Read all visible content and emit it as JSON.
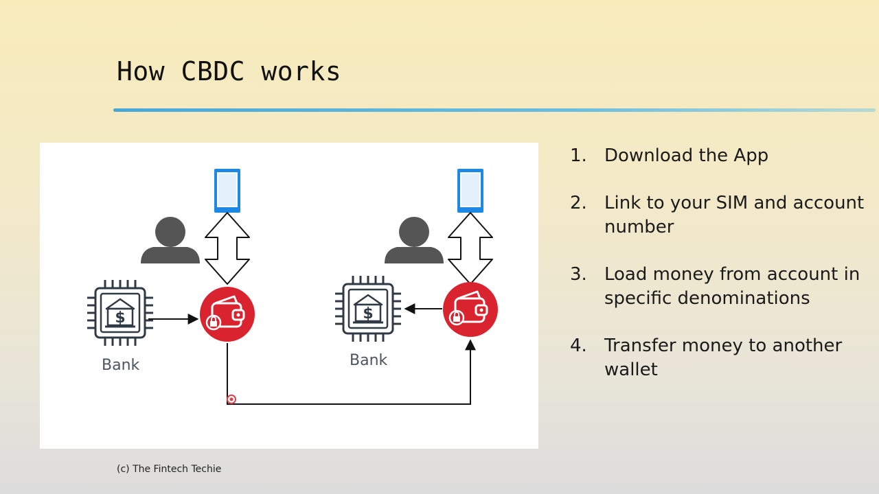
{
  "slide": {
    "title": "How CBDC works",
    "footer": "(c) The Fintech Techie"
  },
  "diagram": {
    "left_bank_label": "Bank",
    "right_bank_label": "Bank",
    "colors": {
      "wallet": "#d9232f",
      "phone": "#1e88e5",
      "person": "#555555",
      "bank": "#2f3a45"
    }
  },
  "steps": [
    {
      "num": "1.",
      "text": "Download the App"
    },
    {
      "num": "2.",
      "text": "Link to your SIM and account number"
    },
    {
      "num": "3.",
      "text": "Load money from account in specific denominations"
    },
    {
      "num": "4.",
      "text": "Transfer money to another wallet"
    }
  ]
}
